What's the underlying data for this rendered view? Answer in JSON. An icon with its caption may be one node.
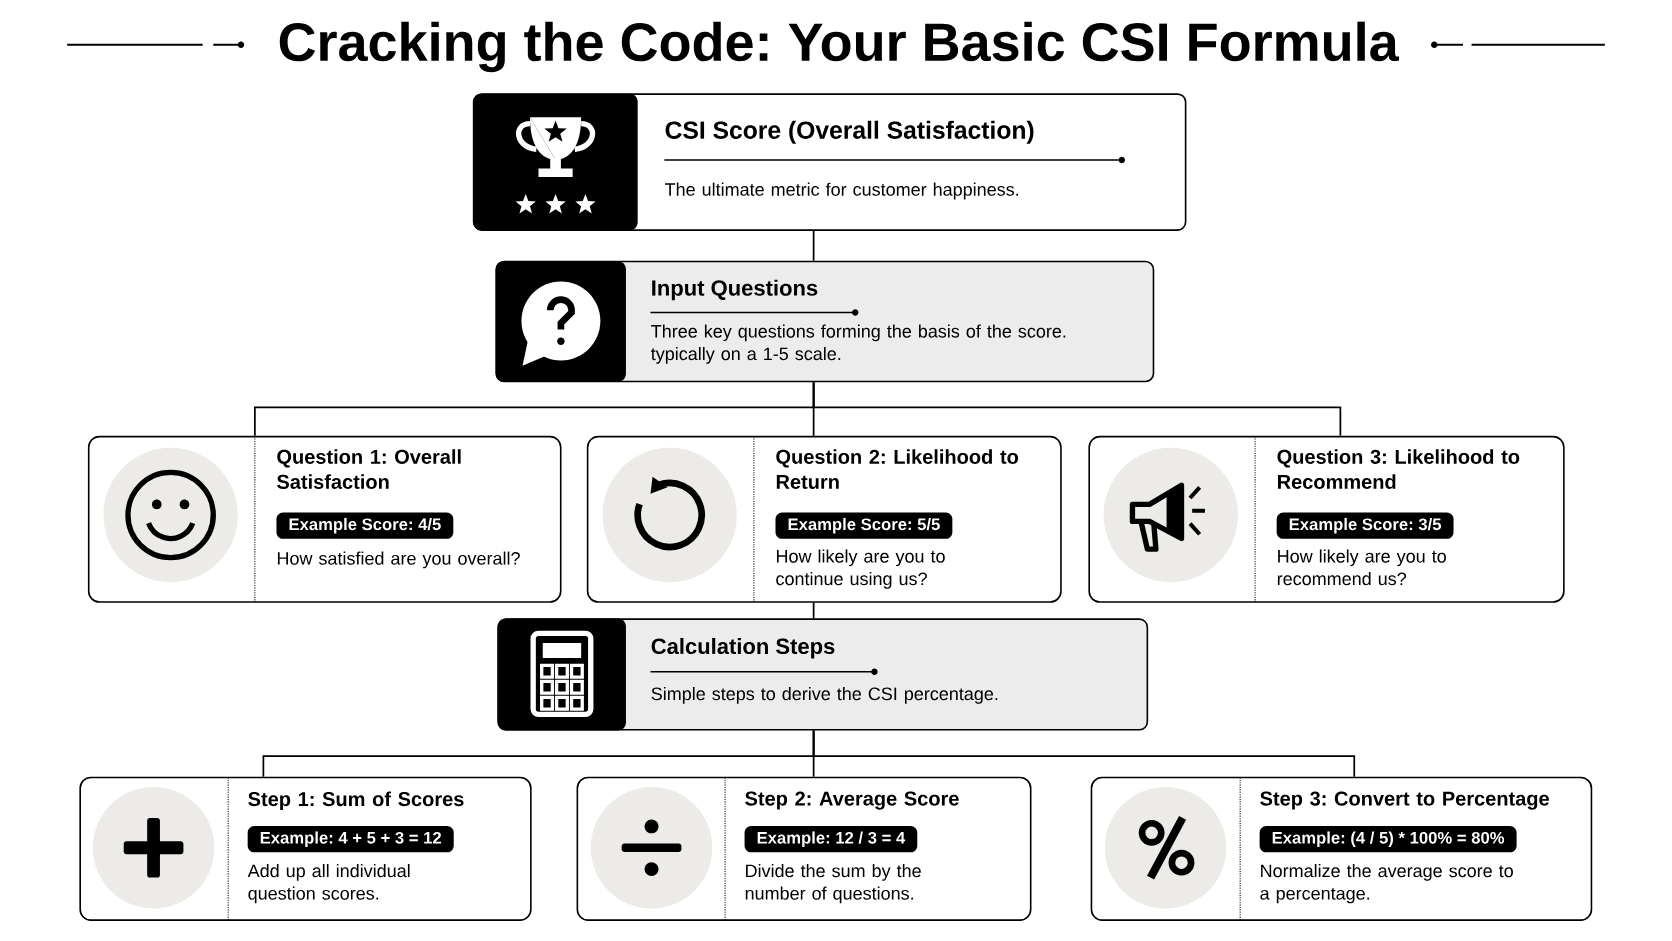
{
  "diagram": {
    "title": "Cracking the Code: Your Basic CSI Formula",
    "nodes": [
      {
        "text": [
          "CSI Score (Overall Satisfaction)",
          "The ultimate metric for customer happiness."
        ]
      },
      {
        "text": [
          "Input Questions",
          "Three key questions forming the basis of the score. typically on a 1-5 scale."
        ]
      },
      {
        "text": [
          "Question 1: Overall Satisfaction",
          "How satisfied are you overall?"
        ]
      },
      {
        "text": [
          "Example Score: 4/5"
        ],
        "in": 2
      },
      {
        "text": [
          "Question 2: Likelihood to Return",
          "How likely are you to continue using us?"
        ]
      },
      {
        "text": [
          "Example Score: 5/5"
        ],
        "in": 4
      },
      {
        "text": [
          "Question 3: Likelihood to Recommend",
          "How likely are you to recommend us?"
        ]
      },
      {
        "text": [
          "Example Score: 3/5"
        ],
        "in": 6
      },
      {
        "text": [
          "Calculation Steps",
          "Simple steps to derive the CSI percentage."
        ]
      },
      {
        "text": [
          "Step 1: Sum of Scores",
          "Add up all individual question scores."
        ]
      },
      {
        "text": [
          "Example: 4 + 5 + 3 = 12"
        ],
        "in": 9
      },
      {
        "text": [
          "Step 2: Average Score",
          "Divide the sum by the number of questions."
        ]
      },
      {
        "text": [
          "Example: 12 / 3 = 4"
        ],
        "in": 11
      },
      {
        "text": [
          "Step 3: Convert to Percentage",
          "Normalize the average score to a percentage."
        ]
      },
      {
        "text": [
          "Example: (4 / 5) * 100% = 80%"
        ],
        "in": 13
      }
    ],
    "edges": [
      {
        "from": 0,
        "to": 1,
        "arrow": "none"
      },
      {
        "from": 1,
        "to": 2,
        "arrow": "none"
      },
      {
        "from": 1,
        "to": 4,
        "arrow": "none"
      },
      {
        "from": 1,
        "to": 6,
        "arrow": "none"
      },
      {
        "from": 4,
        "to": 8,
        "arrow": "none"
      },
      {
        "from": 8,
        "to": 9,
        "arrow": "none"
      },
      {
        "from": 8,
        "to": 11,
        "arrow": "none"
      },
      {
        "from": 8,
        "to": 13,
        "arrow": "none"
      }
    ]
  }
}
